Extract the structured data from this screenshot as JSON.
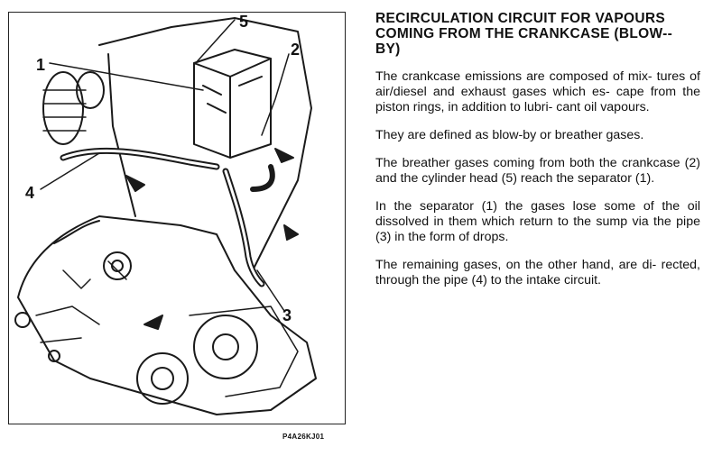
{
  "title": "RECIRCULATION CIRCUIT FOR VAPOURS COMING FROM THE CRANKCASE (BLOW-- BY)",
  "paragraphs": [
    "The crankcase emissions are composed of mix- tures of air/diesel and exhaust gases which es- cape from the piston rings, in addition to lubri- cant oil vapours.",
    "They are defined as blow-by or breather gases.",
    "The breather gases coming from both the crankcase (2) and the cylinder head (5) reach the separator (1).",
    "In the separator (1) the gases lose some of the oil dissolved in them which return to the sump via the pipe (3) in the form of drops.",
    "The remaining gases, on the other hand, are di- rected, through the pipe (4) to the intake circuit."
  ],
  "figure": {
    "callouts": [
      "1",
      "2",
      "3",
      "4",
      "5"
    ],
    "code": "P4A26KJ01"
  }
}
